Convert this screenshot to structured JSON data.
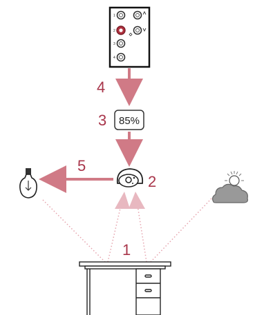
{
  "steps": {
    "one": "1",
    "two": "2",
    "three": "3",
    "four": "4",
    "five": "5"
  },
  "display": {
    "percent": "85%"
  },
  "control_panel": {
    "row_numbers": [
      "1",
      "2",
      "3",
      "4"
    ],
    "selected_row": 2
  },
  "icons": {
    "panel": "control-panel-icon",
    "sensor": "light-sensor-icon",
    "lamp": "light-bulb-icon",
    "sun": "sun-behind-cloud-icon",
    "desk": "desk-icon"
  },
  "colors": {
    "accent": "#a8354a",
    "arrow": "#d07a86",
    "beam": "#e8b8c0",
    "dotted": "#e6a3ad",
    "line": "#222222"
  }
}
